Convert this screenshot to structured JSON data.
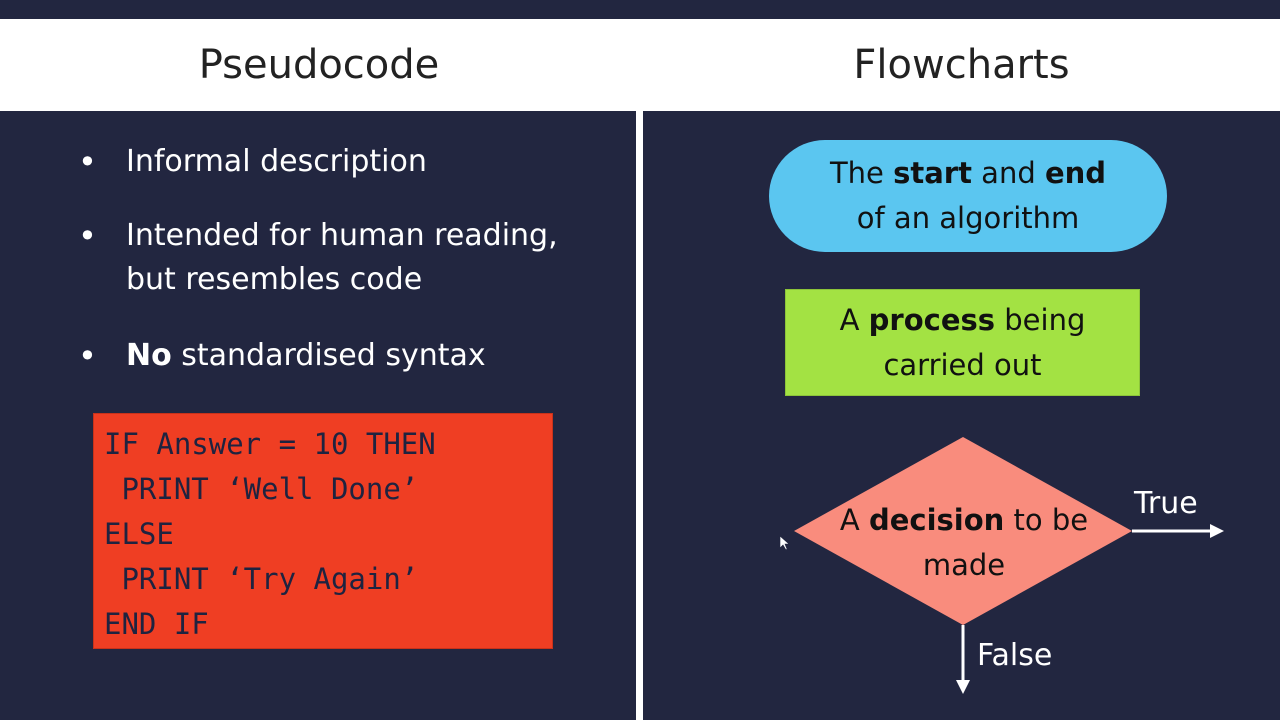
{
  "header": {
    "left_title": "Pseudocode",
    "right_title": "Flowcharts"
  },
  "pseudocode": {
    "bullet_symbol": "•",
    "bullets": [
      {
        "lines": [
          "Informal description"
        ]
      },
      {
        "lines": [
          "Intended for human reading,",
          "but resembles code"
        ]
      },
      {
        "bold": "No",
        "rest": " standardised syntax"
      }
    ],
    "code": [
      "IF Answer = 10 THEN",
      " PRINT ‘Well Done’",
      "ELSE",
      " PRINT ‘Try Again’",
      "END IF"
    ]
  },
  "flowchart": {
    "terminator": {
      "pre": "The ",
      "b1": "start",
      "mid": " and ",
      "b2": "end",
      "line2": "of an algorithm",
      "color": "#5bc6f0"
    },
    "process": {
      "pre": "A ",
      "bold": "process",
      "post": " being",
      "line2": "carried out",
      "color": "#a3e243"
    },
    "decision": {
      "pre": "A ",
      "bold": "decision",
      "post": " to be",
      "line2": "made",
      "color": "#f98c7d"
    },
    "true_label": "True",
    "false_label": "False"
  },
  "colors": {
    "background": "#222640",
    "code_box": "#ef3e23"
  }
}
